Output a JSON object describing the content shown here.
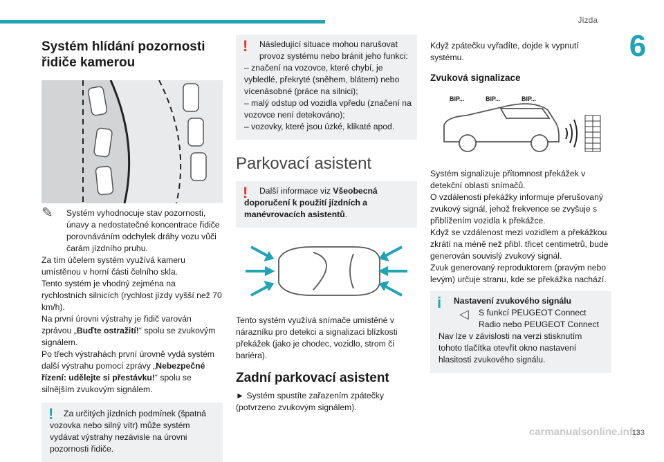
{
  "header": {
    "section": "Jízda",
    "chapter": "6",
    "page_number": "133",
    "watermark": "carmanualsonline.info"
  },
  "col1": {
    "title": "Systém hlídání pozornosti řidiče kamerou",
    "intro_line": "Systém vyhodnocuje stav pozornosti,",
    "intro_line2": "únavy a nedostatečné koncentrace řidiče porovnáváním odchylek dráhy vozu vůči čarám jízdního pruhu.",
    "p2": "Za tím účelem systém využívá kameru umístěnou v horní části čelního skla.",
    "p3": "Tento systém je vhodný zejména na rychlostních silnicích (rychlost jízdy vyšší než 70 km/h).",
    "p4_a": "Na první úrovni výstrahy je řidič varován zprávou „",
    "p4_b": "Buďte ostražití!",
    "p4_c": "“ spolu se zvukovým signálem.",
    "p5_a": "Po třech výstrahách první úrovně vydá systém další výstrahu pomocí zprávy „",
    "p5_b": "Nebezpečné řízení: udělejte si přestávku!",
    "p5_c": "“ spolu se silnějším zvukovým signálem.",
    "note_first": "Za určitých jízdních podmínek (špatná",
    "note_rest": "vozovka nebo silný vítr) může systém vydávat výstrahy nezávisle na úrovni pozornosti řidiče.",
    "note_icon": "!"
  },
  "col2": {
    "warn_first": "Následující situace mohou narušovat",
    "warn_rest": "provoz systému nebo bránit jeho funkci:",
    "warn_items": [
      "–  značení na vozovce, které chybí, je vybledlé, překryté (sněhem, blátem) nebo vícenásobné (práce na silnici);",
      "–  malý odstup od vozidla vpředu (značení na vozovce není detekováno);",
      "–  vozovky, které jsou úzké, klikaté apod."
    ],
    "parking_title": "Parkovací asistent",
    "info_a": "Další informace viz ",
    "info_b": "Všeobecná",
    "info_c": "doporučení k použití jízdních a manévrovacích asistentů",
    "info_d": ".",
    "sensor_text": "Tento systém využívá snímače umístěné v nárazníku pro detekci a signalizaci blízkosti překážek (jako je chodec, vozidlo, strom či bariéra).",
    "rear_title": "Zadní parkovací asistent",
    "rear_text": "►  Systém spustíte zařazením zpátečky (potvrzeno zvukovým signálem).",
    "icon": "!"
  },
  "col3": {
    "p1": "Když zpátečku vyřadíte, dojde k vypnutí systému.",
    "sound_title": "Zvuková signalizace",
    "bip": [
      "BIP...",
      "BIP...",
      "BIP..."
    ],
    "body": [
      "Systém signalizuje přítomnost překážek v detekční oblasti snímačů.",
      "O vzdálenosti překážky informuje přerušovaný zvukový signál, jehož frekvence se zvyšuje s přiblížením vozidla k překážce.",
      "Když se vzdálenost mezi vozidlem a překážkou zkrátí na méně než přibl. třicet centimetrů, bude generován souvislý zvukový signál.",
      "Zvuk generovaný reproduktorem (pravým nebo levým) určuje stranu, kde se překážka nachází."
    ],
    "note_title": "Nastavení zvukového signálu",
    "note_line1": "S funkcí PEUGEOT Connect",
    "note_line2": "Radio nebo PEUGEOT Connect",
    "note_rest": "Nav lze v závislosti na verzi stisknutím tohoto tlačítka otevřít okno nastavení hlasitosti zvukového signálu.",
    "icon": "i"
  },
  "colors": {
    "accent": "#1fa3b5",
    "warning": "#e5302c",
    "box": "#eef0f1"
  }
}
